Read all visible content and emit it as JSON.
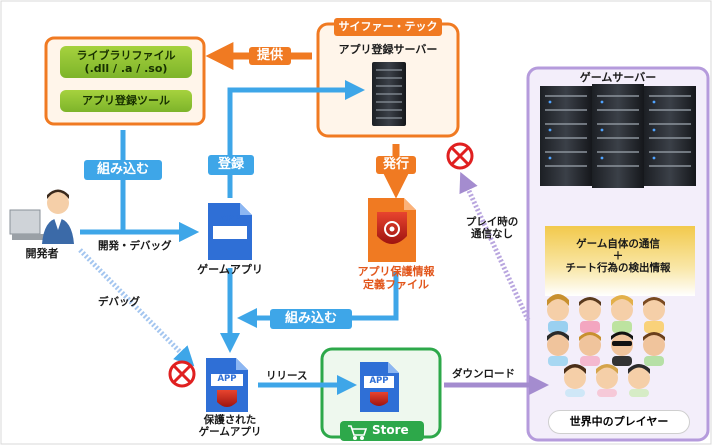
{
  "nodes": {
    "library_box": {
      "items": [
        "ライブラリファイル\n(.dll / .a / .so)",
        "アプリ登録ツール"
      ]
    },
    "cipher_tech_badge": "サイファー・テック",
    "app_registration_server": "アプリ登録サーバー",
    "game_server_title": "ゲームサーバー",
    "game_comm_label": "ゲーム自体の通信\n＋\nチート行為の検出情報",
    "players_label": "世界中のプレイヤー",
    "developer_label": "開発者",
    "game_app_label": "ゲームアプリ",
    "protected_app_label": "保護された\nゲームアプリ",
    "protection_file_label": "アプリ保護情報\n定義ファイル",
    "store_label": "Store",
    "app_icon_text": "APP"
  },
  "edges": {
    "provide": "提供",
    "embed_top": "組み込む",
    "register": "登録",
    "issue": "発行",
    "dev_debug": "開発・デバッグ",
    "debug": "デバッグ",
    "embed_bottom": "組み込む",
    "release": "リリース",
    "download": "ダウンロード",
    "no_comm_during_play": "プレイ時の\n通信なし"
  },
  "colors": {
    "orange": "#f07a22",
    "blue": "#3ea6e8",
    "purple": "#a48ccf",
    "green": "#2da84a",
    "lime": "#95c63a",
    "red": "#e02020"
  }
}
